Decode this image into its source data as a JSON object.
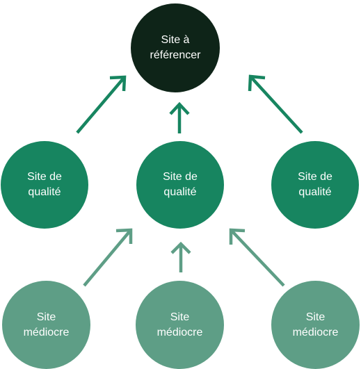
{
  "colors": {
    "target": "#0e2418",
    "quality": "#178560",
    "mediocre": "#5e9e86",
    "arrow_upper": "#178560",
    "arrow_lower": "#5e9e86"
  },
  "nodes": {
    "target": {
      "line1": "Site à",
      "line2": "référencer"
    },
    "quality_left": {
      "line1": "Site de",
      "line2": "qualité"
    },
    "quality_middle": {
      "line1": "Site de",
      "line2": "qualité"
    },
    "quality_right": {
      "line1": "Site de",
      "line2": "qualité"
    },
    "mediocre_left": {
      "line1": "Site",
      "line2": "médiocre"
    },
    "mediocre_middle": {
      "line1": "Site",
      "line2": "médiocre"
    },
    "mediocre_right": {
      "line1": "Site",
      "line2": "médiocre"
    }
  }
}
